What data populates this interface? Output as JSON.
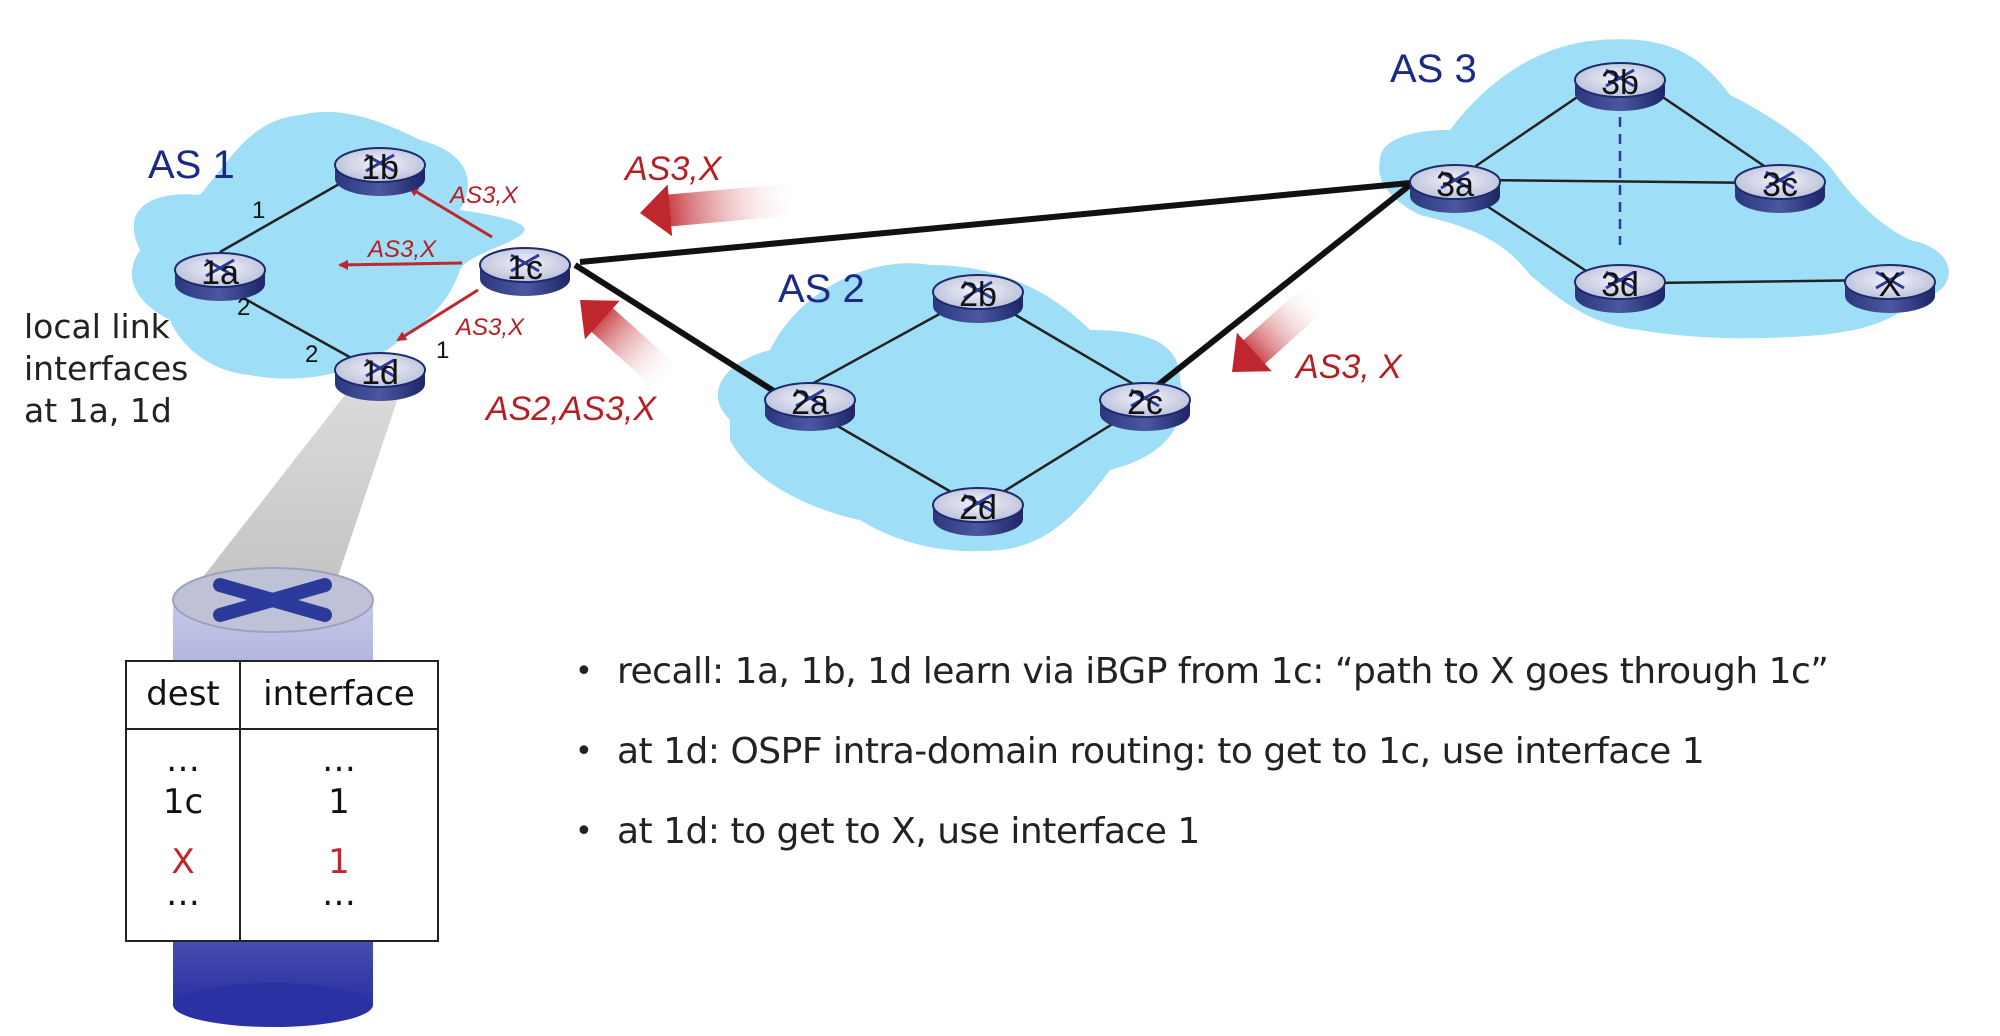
{
  "as_labels": {
    "as1": "AS 1",
    "as2": "AS 2",
    "as3": "AS 3"
  },
  "routers": {
    "r1a": "1a",
    "r1b": "1b",
    "r1c": "1c",
    "r1d": "1d",
    "r2a": "2a",
    "r2b": "2b",
    "r2c": "2c",
    "r2d": "2d",
    "r3a": "3a",
    "r3b": "3b",
    "r3c": "3c",
    "r3d": "3d",
    "rx": "X"
  },
  "interface_numbers": {
    "n1a_1b": "1",
    "n1a_1d": "2",
    "n1d_left": "2",
    "n1d_right": "1"
  },
  "advertisements": {
    "ad_1c_to_1b": "AS3,X",
    "ad_1c_to_1a": "AS3,X",
    "ad_1c_to_1d": "AS3,X",
    "ad_3a_to_1c": "AS3,X",
    "ad_2a_to_1c": "AS2,AS3,X",
    "ad_3a_to_2c": "AS3, X"
  },
  "local_note": [
    "local link",
    "interfaces",
    "at 1a, 1d"
  ],
  "forwarding_table": {
    "headers": {
      "dest": "dest",
      "interface": "interface"
    },
    "rows": [
      {
        "dest": "…",
        "interface": "…"
      },
      {
        "dest": "1c",
        "interface": "1"
      },
      {
        "dest": "X",
        "interface": "1",
        "highlight": true
      },
      {
        "dest": "…",
        "interface": "…"
      }
    ]
  },
  "bullets": [
    "recall: 1a, 1b, 1d learn via iBGP from 1c: “path to X goes through 1c”",
    "at 1d: OSPF intra-domain routing: to get to 1c, use  interface 1",
    "at 1d: to get to X, use  interface 1"
  ],
  "colors": {
    "cloud": "#9edef6",
    "as_label": "#1b2a86",
    "advert": "#b51f24",
    "router_body": "#1e2a6e",
    "router_top": "#c9cde3"
  }
}
